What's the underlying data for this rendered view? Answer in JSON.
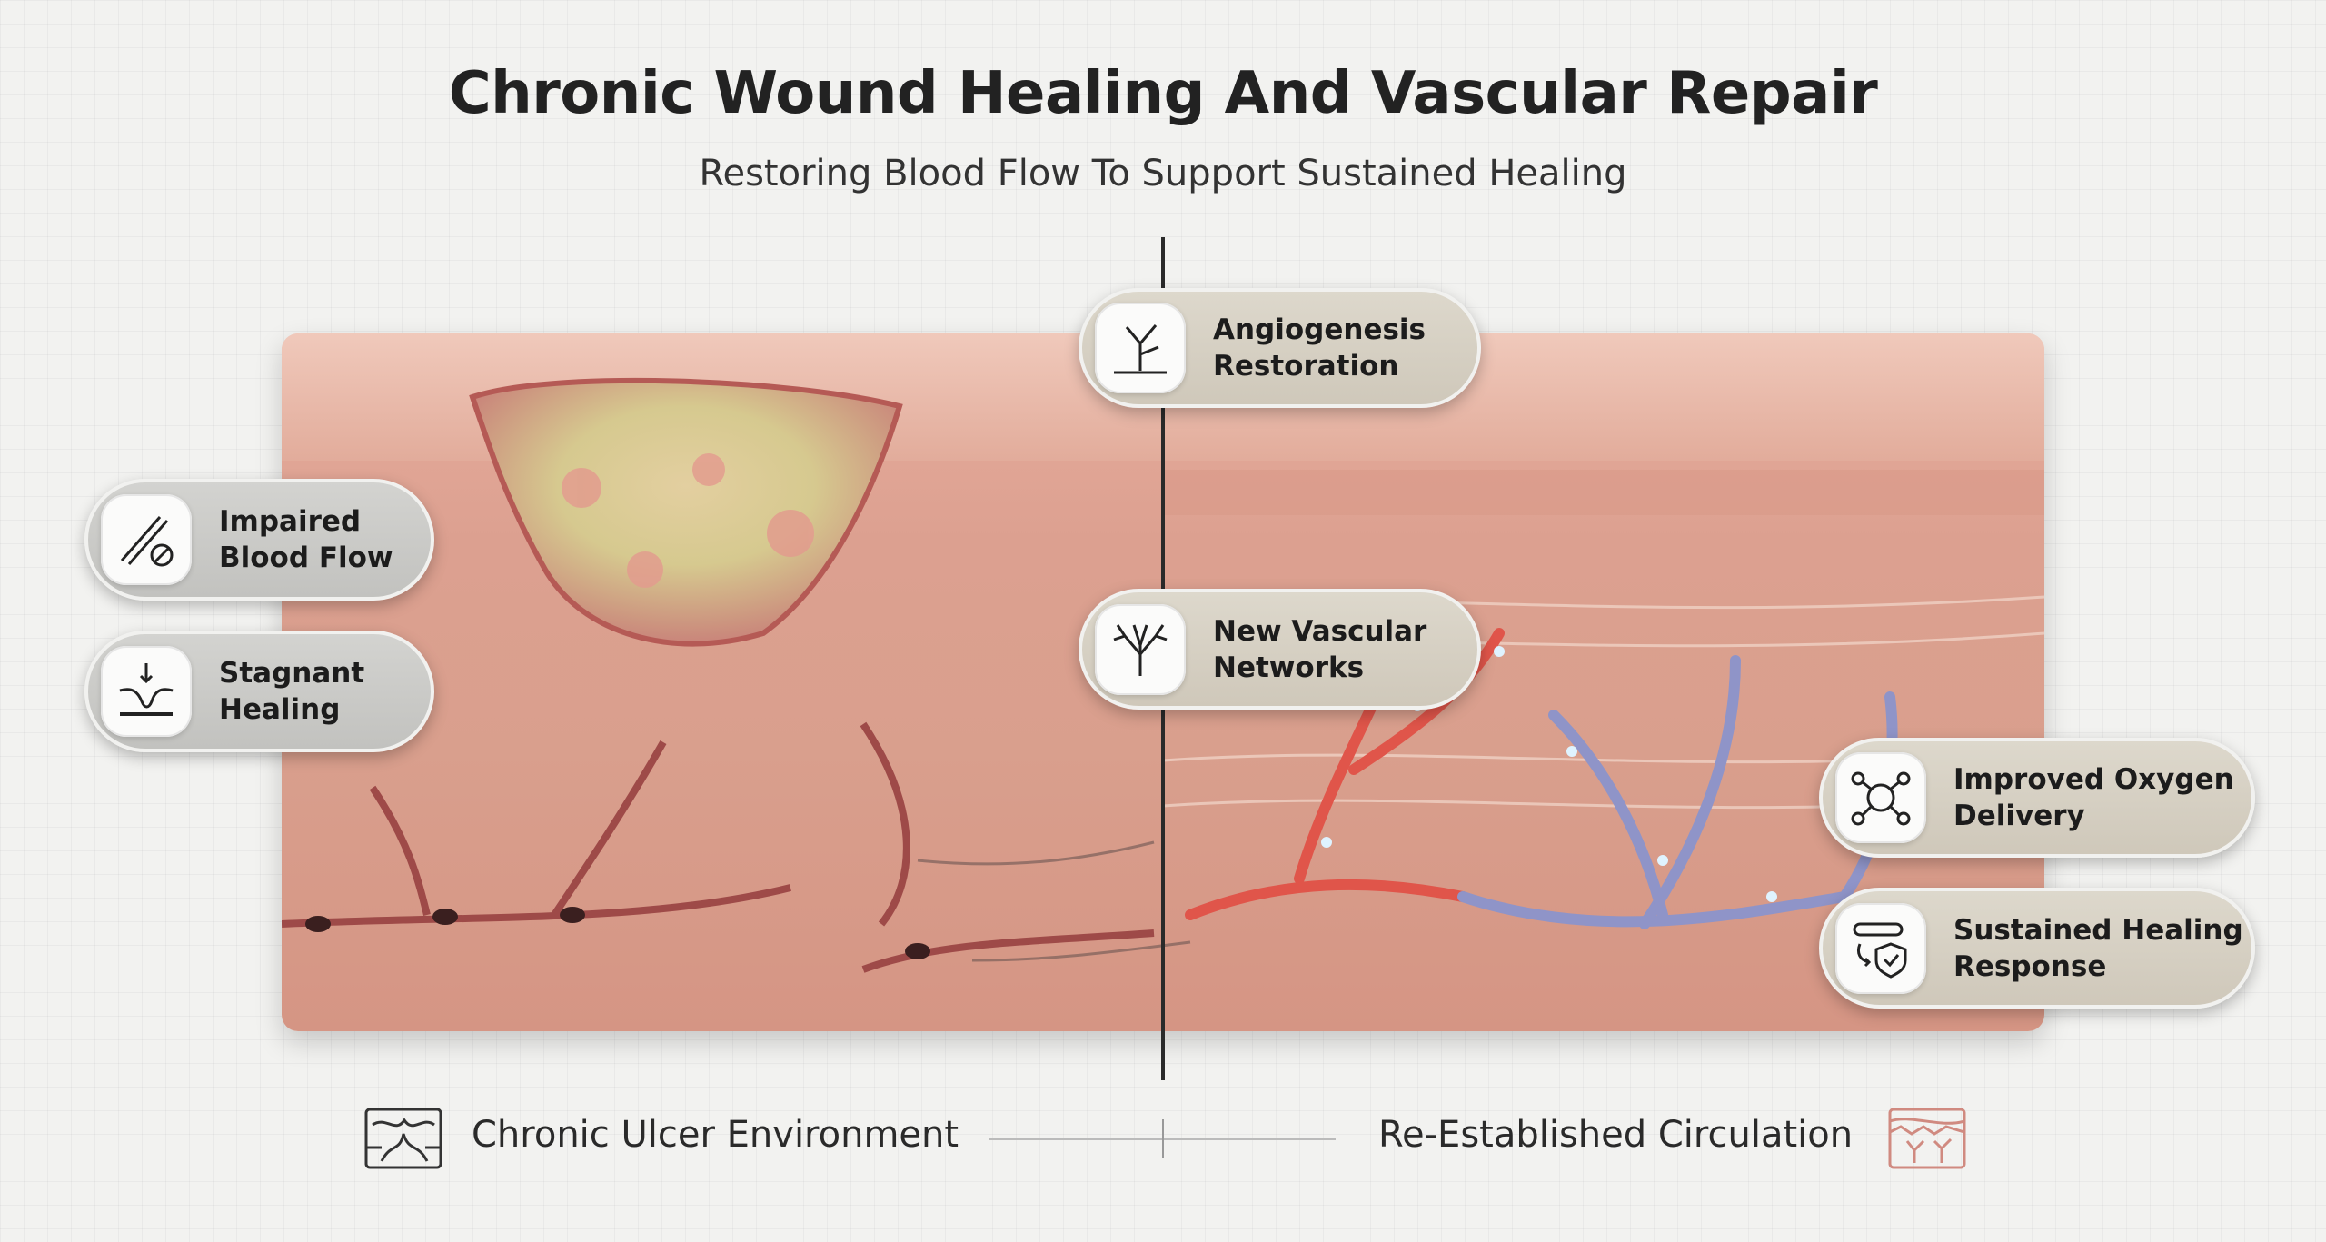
{
  "title": "Chronic Wound Healing And Vascular Repair",
  "subtitle": "Restoring Blood Flow To Support Sustained Healing",
  "callouts": {
    "impaired": {
      "line1": "Impaired",
      "line2": "Blood Flow",
      "icon": "blocked-vessel-icon"
    },
    "stagnant": {
      "line1": "Stagnant",
      "line2": "Healing",
      "icon": "wound-depression-icon"
    },
    "angiogenesis": {
      "line1": "Angiogenesis",
      "line2": "Restoration",
      "icon": "vessel-branch-icon"
    },
    "networks": {
      "line1": "New Vascular",
      "line2": "Networks",
      "icon": "vascular-network-icon"
    },
    "oxygen": {
      "line1": "Improved Oxygen",
      "line2": "Delivery",
      "icon": "oxygen-molecule-icon"
    },
    "sustained": {
      "line1": "Sustained Healing",
      "line2": "Response",
      "icon": "shield-check-icon"
    }
  },
  "legend": {
    "left": "Chronic Ulcer Environment",
    "right": "Re-Established Circulation"
  },
  "colors": {
    "skin": "#dca090",
    "vessel_red": "#e0554a",
    "vessel_blue": "#8f94c8",
    "slough": "#d9d49a"
  }
}
